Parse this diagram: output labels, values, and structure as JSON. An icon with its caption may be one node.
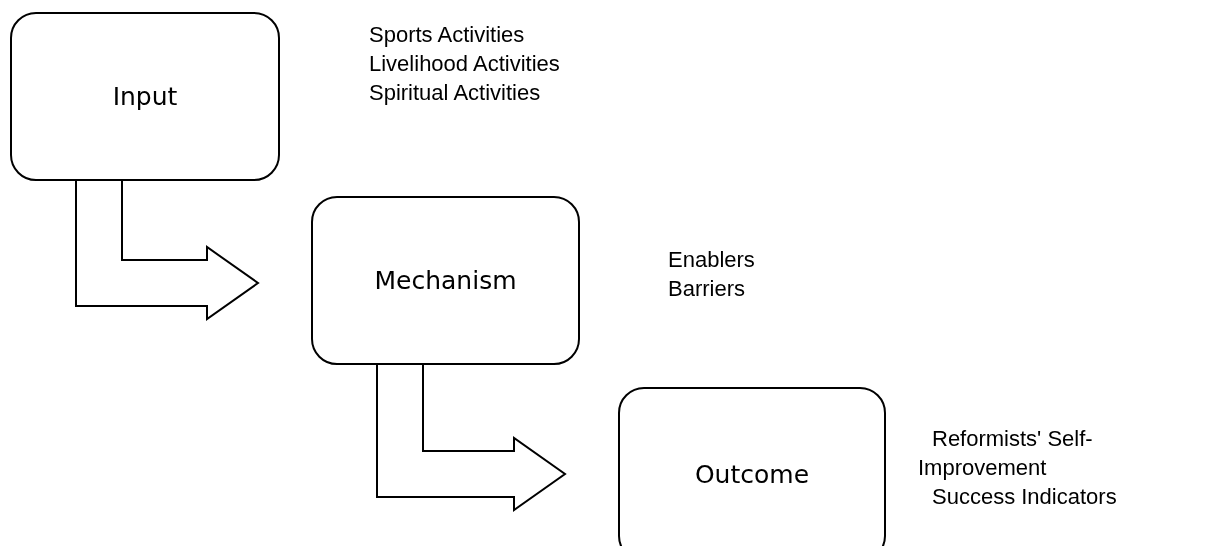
{
  "diagram": {
    "nodes": [
      {
        "text": [
          "Input"
        ],
        "beside": [
          "Sports Activities",
          "Livelihood Activities",
          "Spiritual Activities"
        ]
      },
      {
        "text": [
          "Mechanism"
        ],
        "beside": [
          "Enablers",
          "Barriers"
        ]
      },
      {
        "text": [
          "Outcome"
        ],
        "beside": [
          "Reformists' Self-Improvement",
          "Success Indicators"
        ]
      }
    ],
    "edges": [
      {
        "from": 0,
        "to": 1,
        "arrow": "to"
      },
      {
        "from": 1,
        "to": 2,
        "arrow": "to"
      }
    ]
  }
}
